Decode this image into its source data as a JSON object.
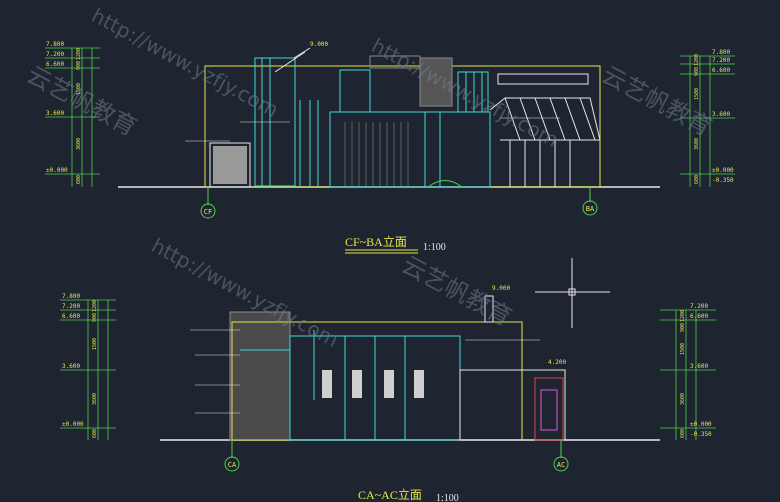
{
  "colors": {
    "background": "#1e2530",
    "yellow": "#e6e64a",
    "cyan": "#3ed6d6",
    "white": "#e8e8e8",
    "green": "#4cd04c",
    "magenta": "#d858d8",
    "grey": "#8a8a8a",
    "red": "#d84848",
    "watermark": "#6e7b8c"
  },
  "top": {
    "title": "CF~BA立面",
    "axis_a": "CF",
    "axis_b": "BA",
    "scale": "1:100",
    "left_levels": [
      "7.800",
      "7.200",
      "6.600",
      "3.600",
      "±0.000"
    ],
    "left_dims": [
      "1200",
      "900",
      "1500",
      "3600",
      "600"
    ],
    "right_levels": [
      "7.800",
      "7.200",
      "6.600",
      "3.600",
      "±0.000",
      "-0.350"
    ],
    "right_dims": [
      "1200",
      "900",
      "1500",
      "3600",
      "600"
    ],
    "top_level": "9.000"
  },
  "bottom": {
    "title": "CA~AC立面",
    "axis_a": "CA",
    "axis_b": "AC",
    "scale": "1:100",
    "left_levels": [
      "7.800",
      "7.200",
      "6.600",
      "3.600",
      "±0.000"
    ],
    "left_dims": [
      "1200",
      "900",
      "1500",
      "3600",
      "600"
    ],
    "right_levels": [
      "7.200",
      "6.600",
      "3.600",
      "±0.000",
      "-0.350"
    ],
    "right_dims": [
      "1200",
      "900",
      "1500",
      "3600",
      "600"
    ],
    "top_level": "9.000",
    "mid_level": "4.200"
  },
  "watermarks": [
    "http://www.yzfjy.com",
    "云艺帆教育"
  ]
}
